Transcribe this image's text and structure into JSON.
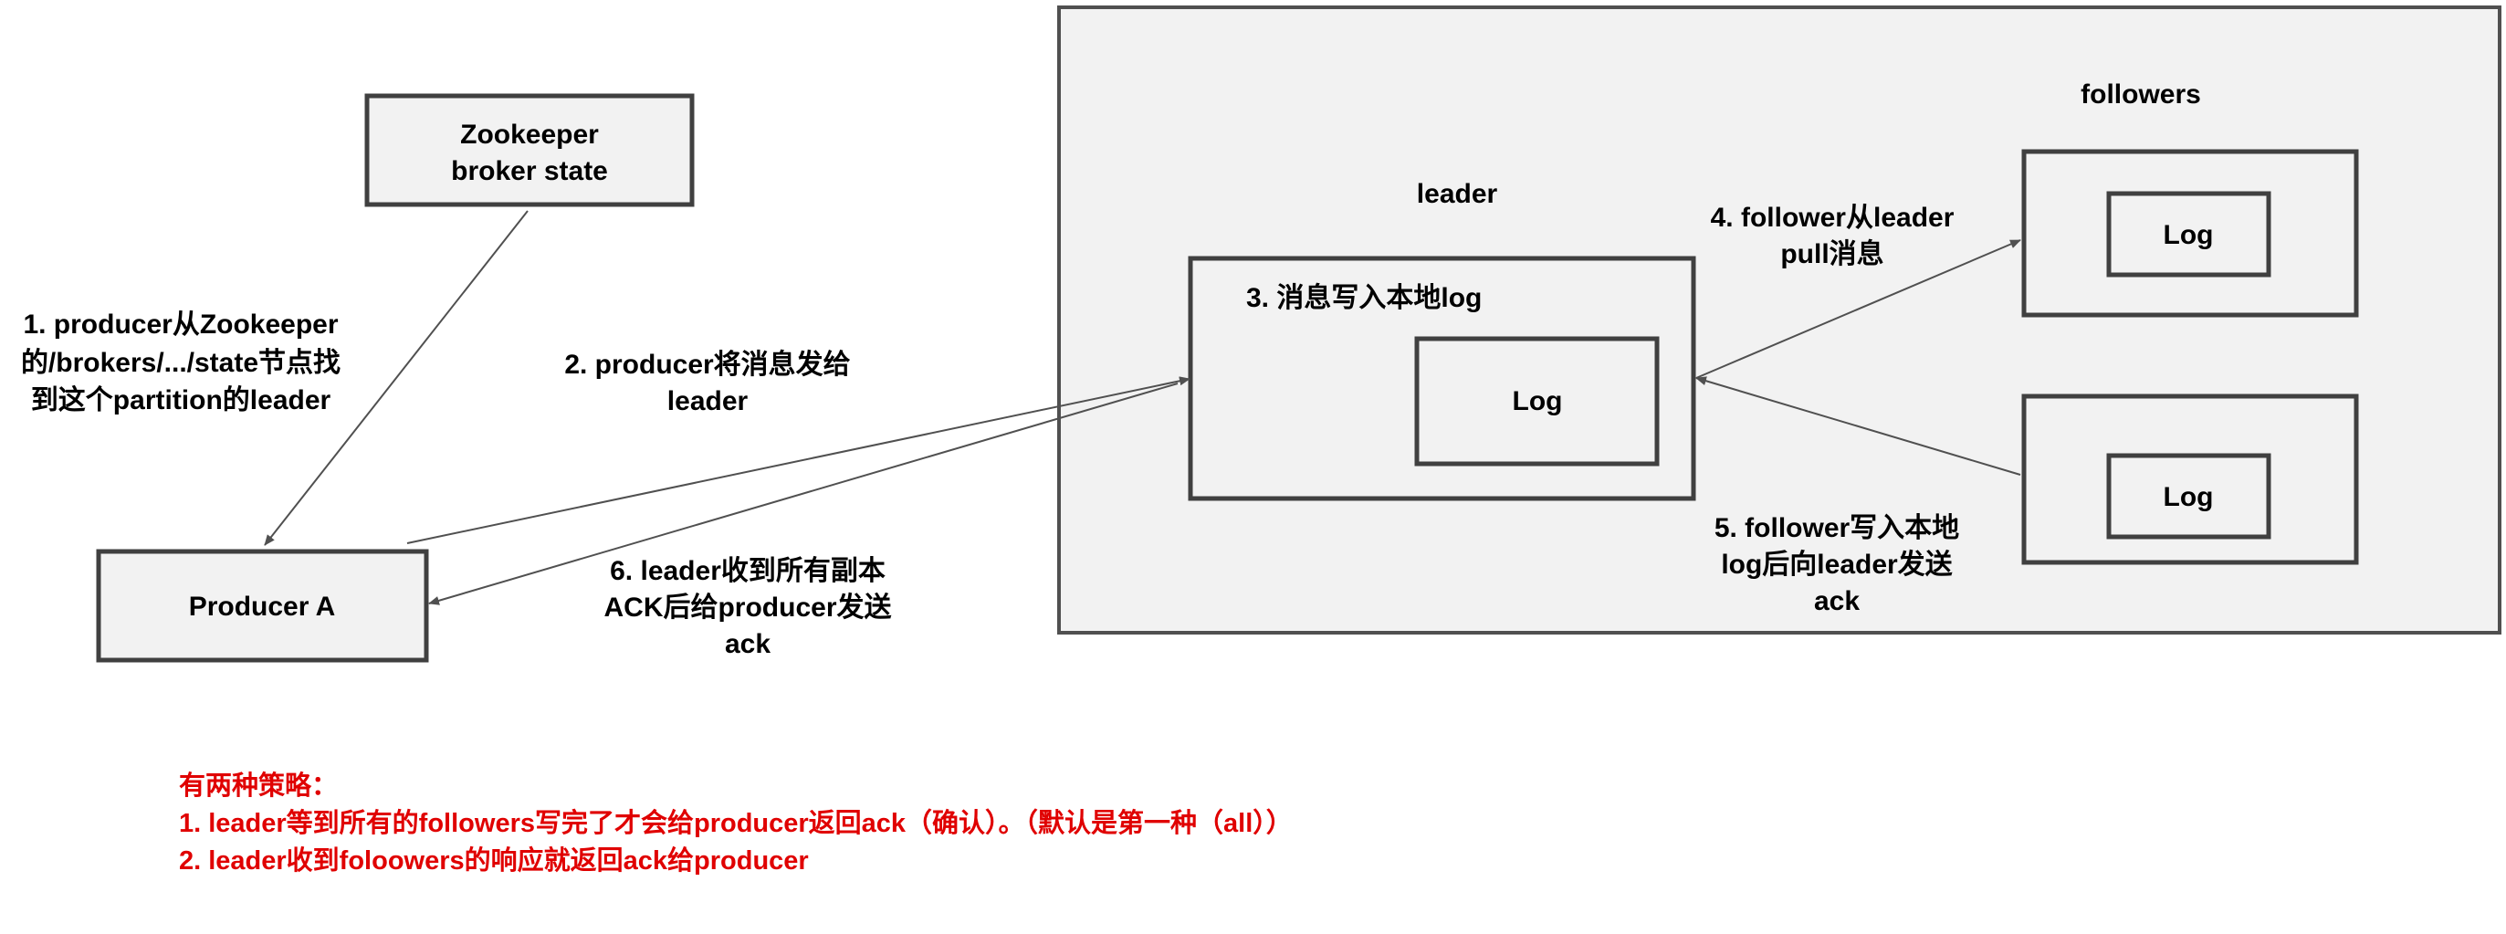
{
  "nodes": {
    "zookeeper": [
      "Zookeeper",
      "broker state"
    ],
    "producer": "Producer A",
    "leader_title": "leader",
    "followers_title": "followers",
    "leader_log": "Log",
    "follower1_log": "Log",
    "follower2_log": "Log"
  },
  "steps": {
    "step1": [
      "1. producer从Zookeeper",
      "的/brokers/.../state节点找",
      "到这个partition的leader"
    ],
    "step2": [
      "2. producer将消息发给",
      "leader"
    ],
    "step3": "3. 消息写入本地log",
    "step4": [
      "4. follower从leader",
      "pull消息"
    ],
    "step5": [
      "5. follower写入本地",
      "log后向leader发送",
      "ack"
    ],
    "step6": [
      "6. leader收到所有副本",
      "ACK后给producer发送",
      "ack"
    ]
  },
  "notes": [
    "有两种策略：",
    "1. leader等到所有的followers写完了才会给producer返回ack（确认）。（默认是第一种（all））",
    "2. leader收到foloowers的响应就返回ack给producer"
  ],
  "colors": {
    "note": "#e00000",
    "box_fill": "#f2f2f2",
    "border": "#404040"
  }
}
